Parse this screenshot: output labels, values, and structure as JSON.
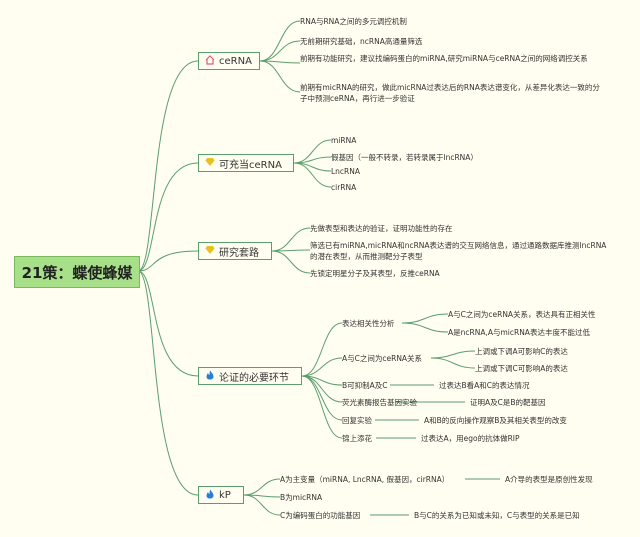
{
  "root": {
    "label": "21策：蝶使蜂媒"
  },
  "branches": [
    {
      "label": "ceRNA",
      "icon": "house-icon",
      "items": [
        {
          "text": "RNA与RNA之间的多元调控机制"
        },
        {
          "text": "无前期研究基础，ncRNA高通量筛选"
        },
        {
          "text": "前期有功能研究，建议找编码蛋白的miRNA,研究miRNA与ceRNA之间的网络调控关系"
        },
        {
          "text": "前期有micRNA的研究，做此micRNA过表达后的RNA表达谱变化，从差异化表达一致的分子中预测ceRNA，再行进一步验证"
        }
      ]
    },
    {
      "label": "可充当ceRNA",
      "icon": "diamond-icon",
      "items": [
        {
          "text": "miRNA"
        },
        {
          "text": "假基因（一般不转录，若转录属于lncRNA）"
        },
        {
          "text": "LncRNA"
        },
        {
          "text": "cirRNA"
        }
      ]
    },
    {
      "label": "研究套路",
      "icon": "diamond-icon",
      "items": [
        {
          "text": "先做表型和表达的验证，证明功能性的存在"
        },
        {
          "text": "筛选已有miRNA,micRNA和ncRNA表达谱的交互网络信息，通过通路数据库推测lncRNA的潜在表型，从而推测靶分子表型"
        },
        {
          "text": "先锁定明星分子及其表型，反推ceRNA"
        }
      ]
    },
    {
      "label": "论证的必要环节",
      "icon": "flame-icon",
      "items": [
        {
          "text": "表达相关性分析",
          "children": [
            "A与C之间为ceRNA关系，表达具有正相关性",
            "A是ncRNA,A与micRNA表达丰度不能过低"
          ]
        },
        {
          "text": "A与C之间为ceRNA关系",
          "children": [
            "上调或下调A可影响C的表达",
            "上调或下调C可影响A的表达"
          ]
        },
        {
          "text": "B可抑制A及C",
          "children": [
            "过表达B看A和C的表达情况"
          ]
        },
        {
          "text": "荧光素酶报告基因实验",
          "children": [
            "证明A及C是B的靶基因"
          ]
        },
        {
          "text": "回复实验",
          "children": [
            "A和B的反向操作观察B及其相关表型的改变"
          ]
        },
        {
          "text": "锦上添花",
          "children": [
            "过表达A，用ego的抗体做RIP"
          ]
        }
      ]
    },
    {
      "label": "kP",
      "icon": "flame-icon",
      "items": [
        {
          "text": "A为主变量（miRNA, LncRNA, 假基因，cirRNA）",
          "children": [
            "A介导的表型是原创性发现"
          ]
        },
        {
          "text": "B为micRNA"
        },
        {
          "text": "C为编码蛋白的功能基因",
          "children": [
            "B与C的关系为已知或未知，C与表型的关系是已知"
          ]
        }
      ]
    }
  ],
  "colors": {
    "line": "#5a9e6f",
    "root_fill": "#a8e08a",
    "background": "#fffef0",
    "house": "#e05a7a",
    "diamond": "#e8c020",
    "flame": "#2a7fd4"
  }
}
